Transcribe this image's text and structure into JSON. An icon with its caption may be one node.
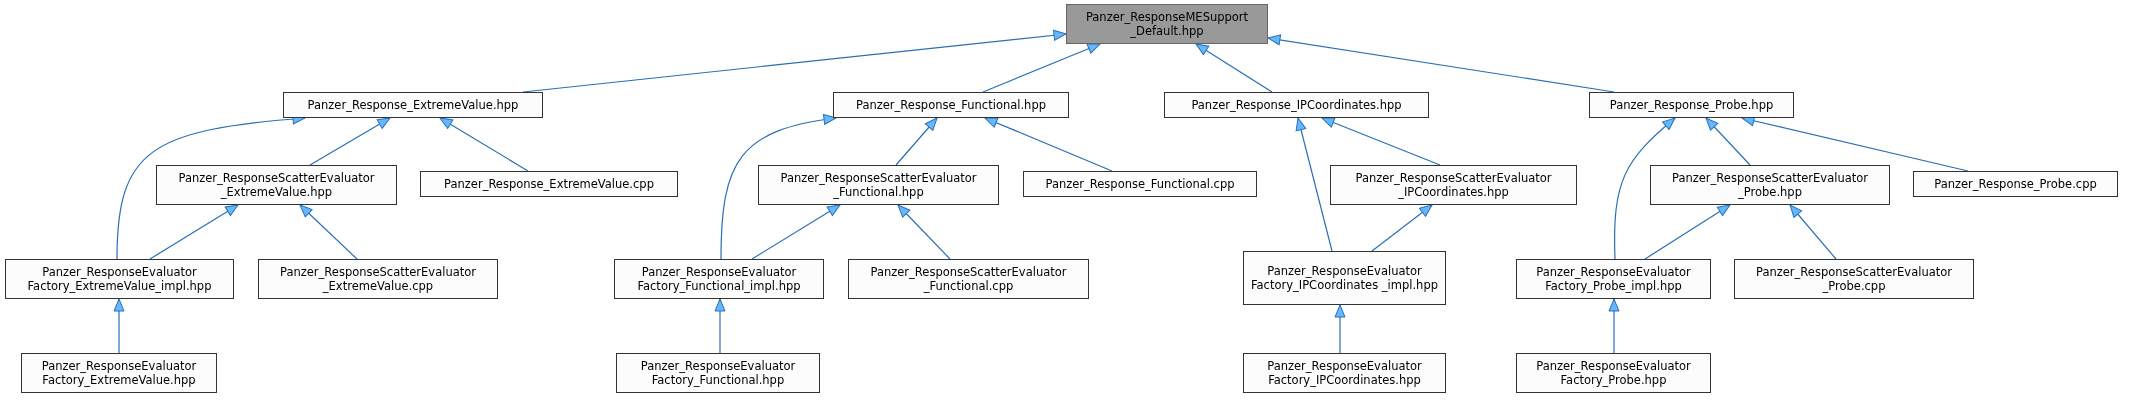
{
  "diagram": {
    "nodes": [
      {
        "text": [
          "Panzer_ResponseMESupport _Default.hpp"
        ]
      },
      {
        "text": [
          "Panzer_Response_ExtremeValue.hpp"
        ]
      },
      {
        "text": [
          "Panzer_Response_Functional.hpp"
        ]
      },
      {
        "text": [
          "Panzer_Response_IPCoordinates.hpp"
        ]
      },
      {
        "text": [
          "Panzer_Response_Probe.hpp"
        ]
      },
      {
        "text": [
          "Panzer_ResponseScatterEvaluator _ExtremeValue.hpp"
        ]
      },
      {
        "text": [
          "Panzer_Response_ExtremeValue.cpp"
        ]
      },
      {
        "text": [
          "Panzer_ResponseScatterEvaluator _Functional.hpp"
        ]
      },
      {
        "text": [
          "Panzer_Response_Functional.cpp"
        ]
      },
      {
        "text": [
          "Panzer_ResponseScatterEvaluator _IPCoordinates.hpp"
        ]
      },
      {
        "text": [
          "Panzer_ResponseScatterEvaluator _Probe.hpp"
        ]
      },
      {
        "text": [
          "Panzer_Response_Probe.cpp"
        ]
      },
      {
        "text": [
          "Panzer_ResponseEvaluator Factory_ExtremeValue_impl.hpp"
        ]
      },
      {
        "text": [
          "Panzer_ResponseScatterEvaluator _ExtremeValue.cpp"
        ]
      },
      {
        "text": [
          "Panzer_ResponseEvaluator Factory_Functional_impl.hpp"
        ]
      },
      {
        "text": [
          "Panzer_ResponseScatterEvaluator _Functional.cpp"
        ]
      },
      {
        "text": [
          "Panzer_ResponseEvaluator Factory_IPCoordinates _impl.hpp"
        ]
      },
      {
        "text": [
          "Panzer_ResponseEvaluator Factory_Probe_impl.hpp"
        ]
      },
      {
        "text": [
          "Panzer_ResponseScatterEvaluator _Probe.cpp"
        ]
      },
      {
        "text": [
          "Panzer_ResponseEvaluator Factory_ExtremeValue.hpp"
        ]
      },
      {
        "text": [
          "Panzer_ResponseEvaluator Factory_Functional.hpp"
        ]
      },
      {
        "text": [
          "Panzer_ResponseEvaluator Factory_IPCoordinates.hpp"
        ]
      },
      {
        "text": [
          "Panzer_ResponseEvaluator Factory_Probe.hpp"
        ]
      }
    ],
    "edges": [
      {
        "from": 1,
        "to": 0,
        "arrow": "to"
      },
      {
        "from": 2,
        "to": 0,
        "arrow": "to"
      },
      {
        "from": 3,
        "to": 0,
        "arrow": "to"
      },
      {
        "from": 4,
        "to": 0,
        "arrow": "to"
      },
      {
        "from": 5,
        "to": 1,
        "arrow": "to"
      },
      {
        "from": 6,
        "to": 1,
        "arrow": "to"
      },
      {
        "from": 12,
        "to": 1,
        "arrow": "to"
      },
      {
        "from": 7,
        "to": 2,
        "arrow": "to"
      },
      {
        "from": 8,
        "to": 2,
        "arrow": "to"
      },
      {
        "from": 14,
        "to": 2,
        "arrow": "to"
      },
      {
        "from": 9,
        "to": 3,
        "arrow": "to"
      },
      {
        "from": 16,
        "to": 3,
        "arrow": "to"
      },
      {
        "from": 10,
        "to": 4,
        "arrow": "to"
      },
      {
        "from": 11,
        "to": 4,
        "arrow": "to"
      },
      {
        "from": 17,
        "to": 4,
        "arrow": "to"
      },
      {
        "from": 12,
        "to": 5,
        "arrow": "to"
      },
      {
        "from": 13,
        "to": 5,
        "arrow": "to"
      },
      {
        "from": 14,
        "to": 7,
        "arrow": "to"
      },
      {
        "from": 15,
        "to": 7,
        "arrow": "to"
      },
      {
        "from": 16,
        "to": 9,
        "arrow": "to"
      },
      {
        "from": 17,
        "to": 10,
        "arrow": "to"
      },
      {
        "from": 18,
        "to": 10,
        "arrow": "to"
      },
      {
        "from": 19,
        "to": 12,
        "arrow": "to"
      },
      {
        "from": 20,
        "to": 14,
        "arrow": "to"
      },
      {
        "from": 21,
        "to": 16,
        "arrow": "to"
      },
      {
        "from": 22,
        "to": 17,
        "arrow": "to"
      }
    ]
  }
}
